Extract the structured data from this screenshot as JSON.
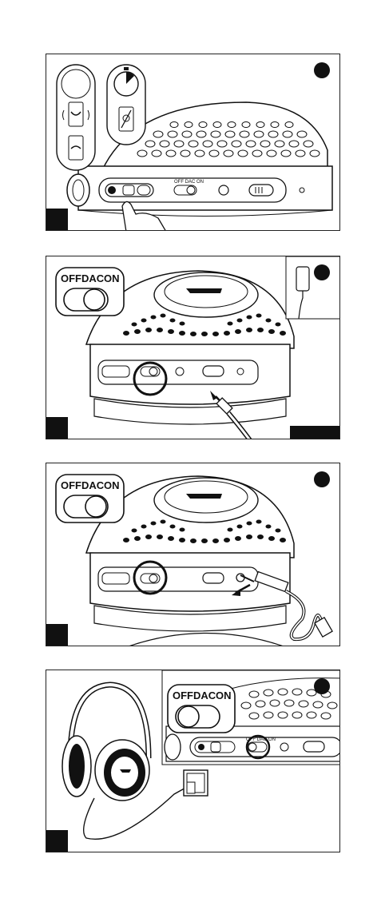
{
  "switch": {
    "off": "OFF",
    "dac": "DAC",
    "on": "ON",
    "small_label": "OFF DAC ON"
  },
  "colors": {
    "ink": "#111111",
    "paper": "#ffffff"
  },
  "icons": [
    "phone-ring-icon",
    "phone-hangup-icon",
    "mic-mute-icon",
    "timer-icon",
    "usb-plug-icon",
    "audio-jack-icon",
    "wall-outlet-icon",
    "smartphone-icon",
    "headphones-icon"
  ]
}
